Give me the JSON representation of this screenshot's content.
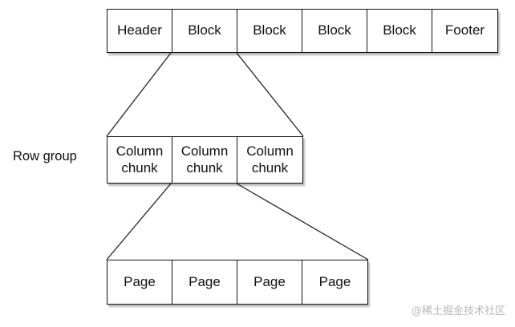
{
  "file": {
    "cells": [
      "Header",
      "Block",
      "Block",
      "Block",
      "Block",
      "Footer"
    ]
  },
  "row_group": {
    "label": "Row group",
    "cells": [
      "Column\nchunk",
      "Column\nchunk",
      "Column\nchunk"
    ]
  },
  "column_chunk": {
    "pages": [
      "Page",
      "Page",
      "Page",
      "Page"
    ]
  },
  "watermark": "@稀土掘金技术社区"
}
